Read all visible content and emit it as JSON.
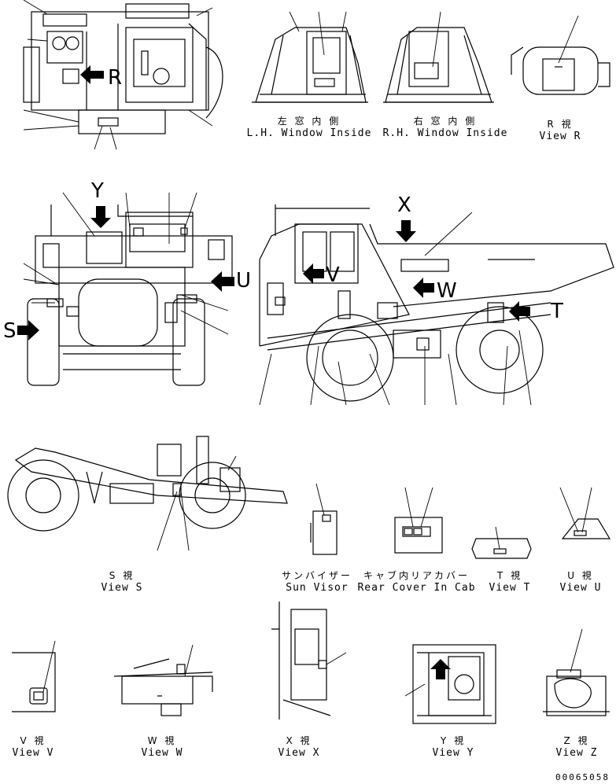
{
  "views": {
    "lh_window": {
      "jp": "左 窓 内 側",
      "en": "L.H. Window Inside"
    },
    "rh_window": {
      "jp": "右 窓 内 側",
      "en": "R.H. Window Inside"
    },
    "view_r": {
      "jp": "R 視",
      "en": "View R"
    },
    "view_s": {
      "jp": "S 視",
      "en": "View S"
    },
    "sun_visor": {
      "jp": "サンバイザー",
      "en": "Sun Visor"
    },
    "rear_cover": {
      "jp": "キャブ内リアカバー",
      "en": "Rear Cover In Cab"
    },
    "view_t": {
      "jp": "T 視",
      "en": "View T"
    },
    "view_u": {
      "jp": "U 視",
      "en": "View U"
    },
    "view_v": {
      "jp": "V 視",
      "en": "View V"
    },
    "view_w": {
      "jp": "W 視",
      "en": "View W"
    },
    "view_x": {
      "jp": "X 視",
      "en": "View X"
    },
    "view_y": {
      "jp": "Y 視",
      "en": "View Y"
    },
    "view_z": {
      "jp": "Z 視",
      "en": "View Z"
    }
  },
  "arrow_letters": {
    "r": "R",
    "y": "Y",
    "u": "U",
    "s": "S",
    "x": "X",
    "v": "V",
    "w": "W",
    "t": "T"
  },
  "drawing_code": "00065058"
}
